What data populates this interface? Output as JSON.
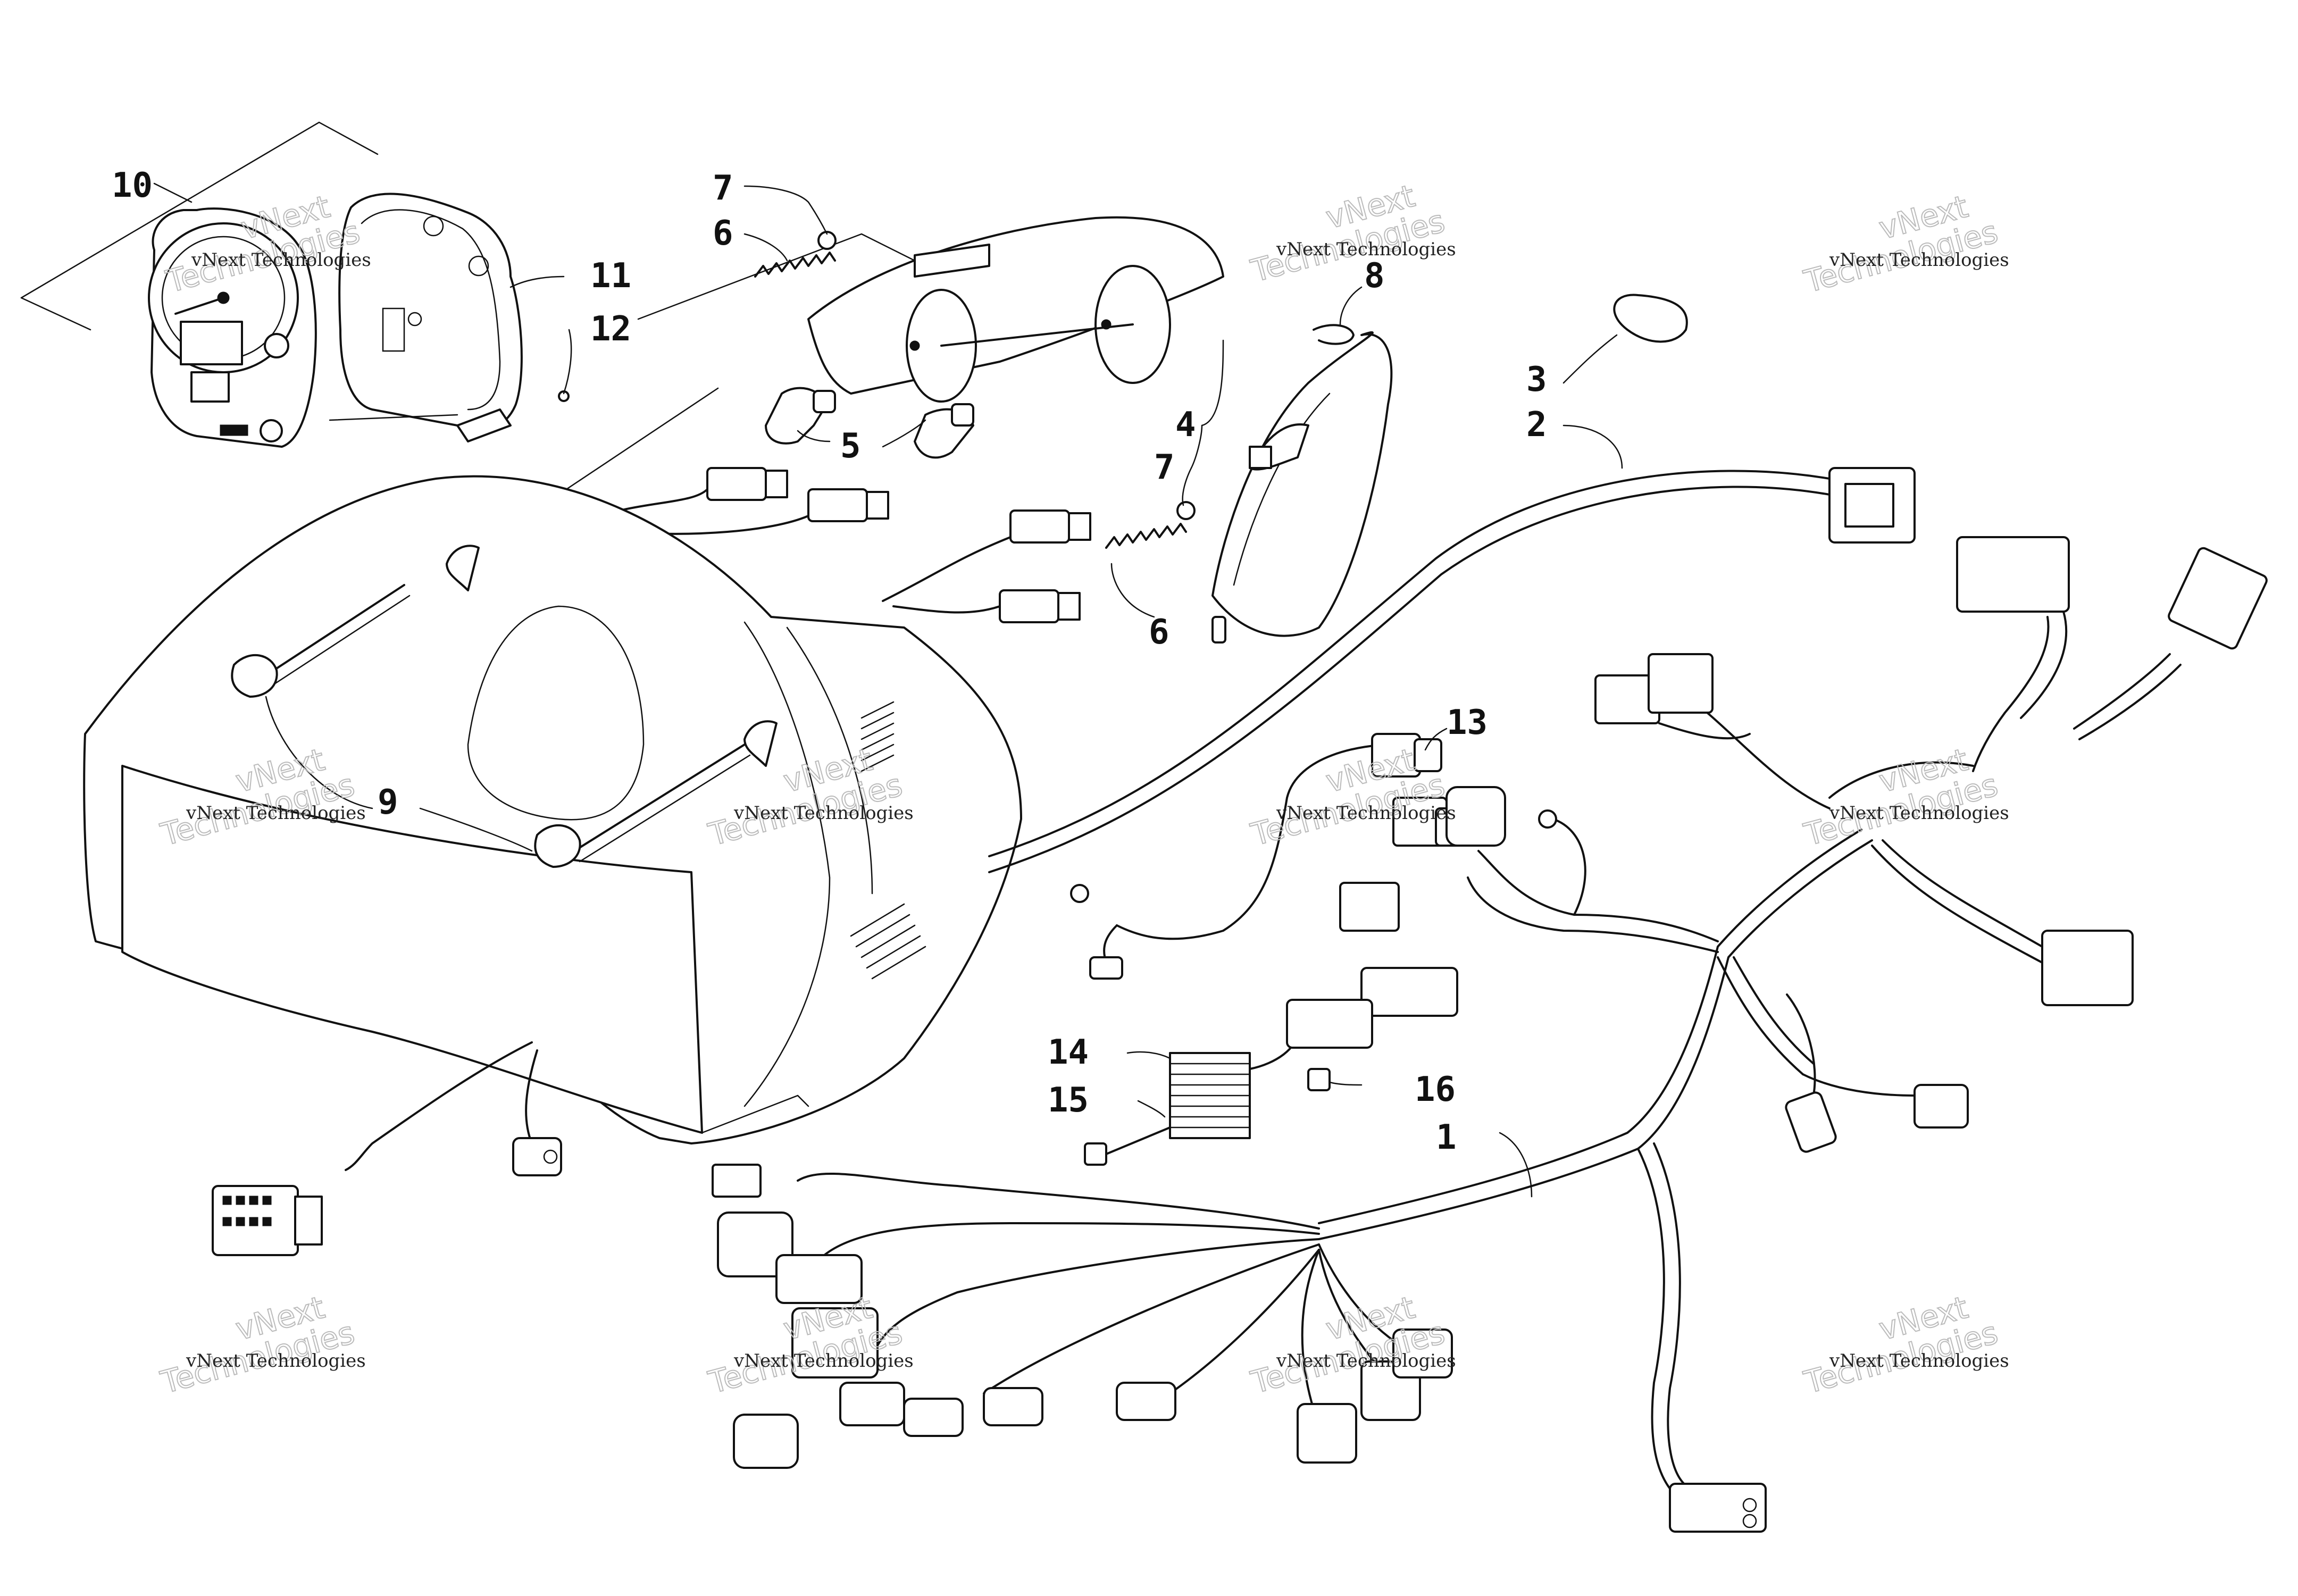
{
  "callouts": [
    {
      "id": "1",
      "label": "1"
    },
    {
      "id": "2",
      "label": "2"
    },
    {
      "id": "3",
      "label": "3"
    },
    {
      "id": "4",
      "label": "4"
    },
    {
      "id": "5",
      "label": "5"
    },
    {
      "id": "6a",
      "label": "6"
    },
    {
      "id": "6b",
      "label": "6"
    },
    {
      "id": "7a",
      "label": "7"
    },
    {
      "id": "7b",
      "label": "7"
    },
    {
      "id": "8",
      "label": "8"
    },
    {
      "id": "9",
      "label": "9"
    },
    {
      "id": "10",
      "label": "10"
    },
    {
      "id": "11",
      "label": "11"
    },
    {
      "id": "12",
      "label": "12"
    },
    {
      "id": "13",
      "label": "13"
    },
    {
      "id": "14",
      "label": "14"
    },
    {
      "id": "15",
      "label": "15"
    },
    {
      "id": "16",
      "label": "16"
    }
  ],
  "watermark": {
    "line1": "vNext Technologies",
    "line2": "vNext",
    "line3": "Technologies"
  }
}
